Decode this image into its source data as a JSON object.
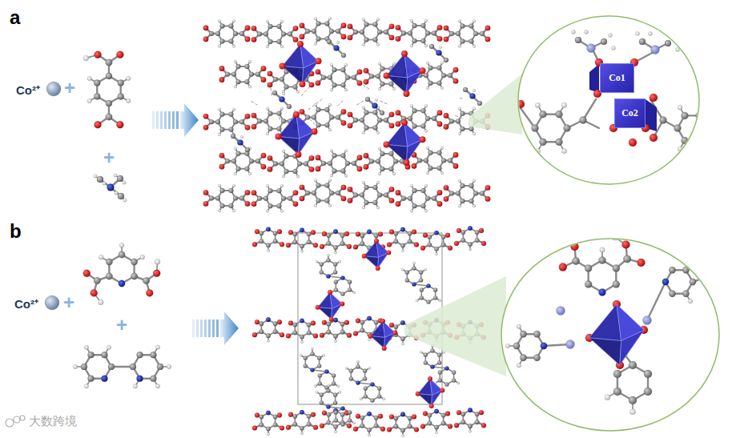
{
  "diagram": {
    "nodes": [
      {
        "text": [
          "Co1"
        ]
      },
      {
        "text": [
          "Co2"
        ]
      }
    ],
    "labels": [
      "a",
      "Co²⁺",
      "+",
      "+",
      "b",
      "Co²⁺",
      "+",
      "+",
      "大数跨境"
    ]
  }
}
